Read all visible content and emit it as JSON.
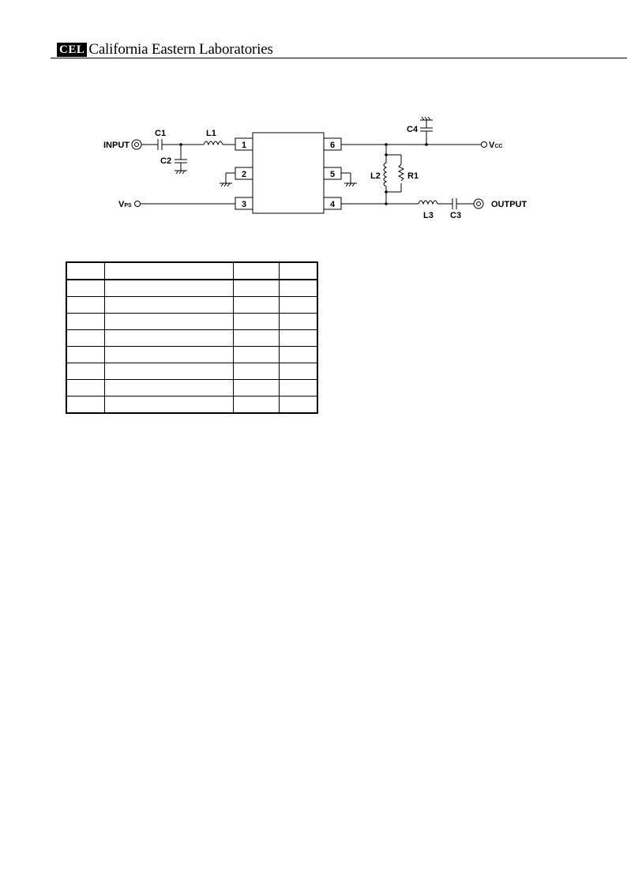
{
  "header": {
    "logo": "CEL",
    "company": "California Eastern Laboratories"
  },
  "schematic": {
    "labels": {
      "input": "INPUT",
      "output": "OUTPUT",
      "vps_main": "V",
      "vps_sub": "PS",
      "vcc_main": "V",
      "vcc_sub": "CC",
      "c1": "C1",
      "c2": "C2",
      "c3": "C3",
      "c4": "C4",
      "l1": "L1",
      "l2": "L2",
      "l3": "L3",
      "r1": "R1"
    },
    "pins": [
      "1",
      "2",
      "3",
      "4",
      "5",
      "6"
    ]
  },
  "parts_table": {
    "headers": [
      "",
      "",
      "",
      ""
    ],
    "rows": [
      [
        "",
        "",
        "",
        ""
      ],
      [
        "",
        "",
        "",
        ""
      ],
      [
        "",
        "",
        "",
        ""
      ],
      [
        "",
        "",
        "",
        ""
      ],
      [
        "",
        "",
        "",
        ""
      ],
      [
        "",
        "",
        "",
        ""
      ],
      [
        "",
        "",
        "",
        ""
      ],
      [
        "",
        "",
        "",
        ""
      ]
    ]
  }
}
